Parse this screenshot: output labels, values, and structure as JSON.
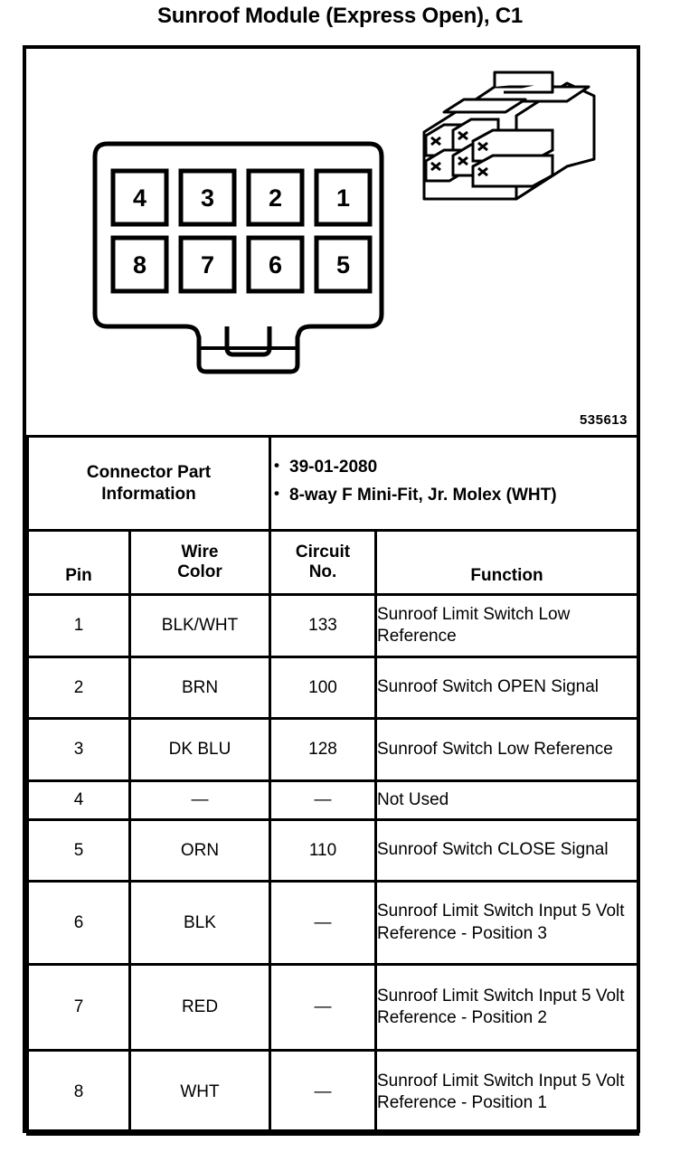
{
  "page": {
    "title": "Sunroof Module (Express Open), C1",
    "figure_number": "535613"
  },
  "connector_face": {
    "top_row_pins": [
      "4",
      "3",
      "2",
      "1"
    ],
    "bottom_row_pins": [
      "8",
      "7",
      "6",
      "5"
    ]
  },
  "connector_part_information": {
    "label_line1": "Connector Part",
    "label_line2": "Information",
    "values": [
      "39-01-2080",
      "8-way F Mini-Fit, Jr. Molex (WHT)"
    ]
  },
  "table": {
    "headers": {
      "pin": "Pin",
      "wire_color_line1": "Wire",
      "wire_color_line2": "Color",
      "circuit_line1": "Circuit",
      "circuit_line2": "No.",
      "function": "Function"
    },
    "rows": [
      {
        "pin": "1",
        "wire_color": "BLK/WHT",
        "circuit": "133",
        "function": "Sunroof Limit Switch Low Reference"
      },
      {
        "pin": "2",
        "wire_color": "BRN",
        "circuit": "100",
        "function": "Sunroof Switch OPEN Signal"
      },
      {
        "pin": "3",
        "wire_color": "DK BLU",
        "circuit": "128",
        "function": "Sunroof Switch Low Reference"
      },
      {
        "pin": "4",
        "wire_color": "—",
        "circuit": "—",
        "function": "Not Used"
      },
      {
        "pin": "5",
        "wire_color": "ORN",
        "circuit": "110",
        "function": "Sunroof Switch CLOSE Signal"
      },
      {
        "pin": "6",
        "wire_color": "BLK",
        "circuit": "—",
        "function": "Sunroof Limit Switch Input 5 Volt Reference - Position 3"
      },
      {
        "pin": "7",
        "wire_color": "RED",
        "circuit": "—",
        "function": "Sunroof Limit Switch Input 5 Volt Reference - Position 2"
      },
      {
        "pin": "8",
        "wire_color": "WHT",
        "circuit": "—",
        "function": "Sunroof Limit Switch Input 5 Volt Reference - Position 1"
      }
    ]
  }
}
